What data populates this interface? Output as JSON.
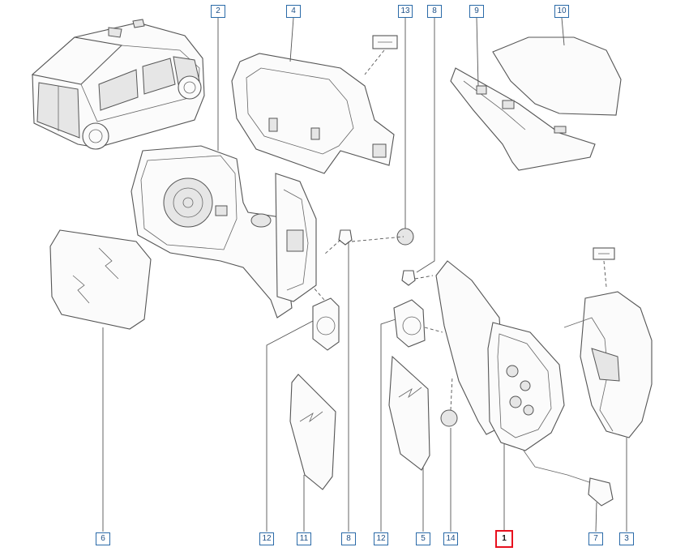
{
  "callouts": {
    "c1": "1",
    "c2": "2",
    "c3": "3",
    "c4": "4",
    "c5": "5",
    "c6": "6",
    "c7": "7",
    "c8_top": "8",
    "c8_bottom": "8",
    "c9": "9",
    "c10": "10",
    "c11": "11",
    "c12_left": "12",
    "c12_right": "12",
    "c13": "13",
    "c14": "14"
  },
  "highlight_color": "#e8101e",
  "callout_color": "#2a6aa8"
}
